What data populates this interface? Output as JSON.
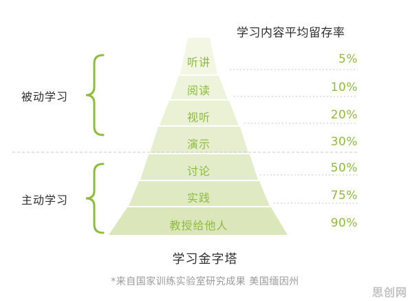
{
  "header": "学习内容平均留存率",
  "levels": [
    {
      "name": "听讲",
      "rate": "5%"
    },
    {
      "name": "阅读",
      "rate": "10%"
    },
    {
      "name": "视听",
      "rate": "20%"
    },
    {
      "name": "演示",
      "rate": "30%"
    },
    {
      "name": "讨论",
      "rate": "50%"
    },
    {
      "name": "实践",
      "rate": "75%"
    },
    {
      "name": "教授给他人",
      "rate": "90%"
    }
  ],
  "groups": {
    "passive": "被动学习",
    "active": "主动学习"
  },
  "title": "学习金字塔",
  "note": "*来自国家训练实验室研究成果 美国缅因州",
  "watermark": "思创网",
  "colors": {
    "accent": "#8dbb3c",
    "fill_light": "#f2f6e2",
    "fill_mid": "#e8f0cf",
    "fill_dark": "#dfeabf",
    "bracket": "#8dbb3c",
    "dash": "#c8c8c8"
  }
}
